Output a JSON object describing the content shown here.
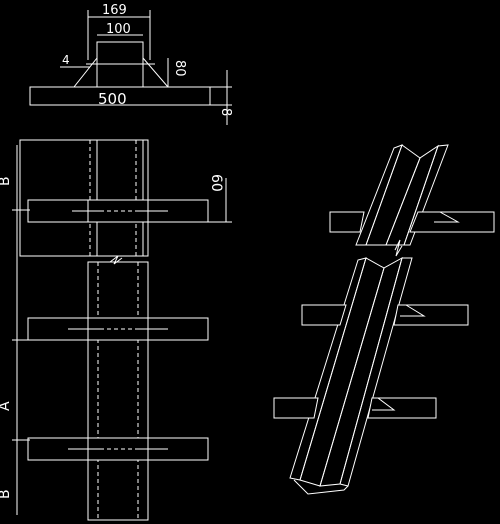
{
  "top_view": {
    "dim_overall_width": "169",
    "dim_inner_width": "100",
    "dim_weld": "4",
    "dim_height": "80",
    "dim_plate_length": "500",
    "dim_plate_thickness": "8"
  },
  "elevation": {
    "dim_plate_height": "60",
    "spacing_label_top": "B",
    "spacing_label_middle": "A",
    "spacing_label_bottom": "B"
  },
  "colors": {
    "background": "#000000",
    "line": "#ffffff"
  }
}
